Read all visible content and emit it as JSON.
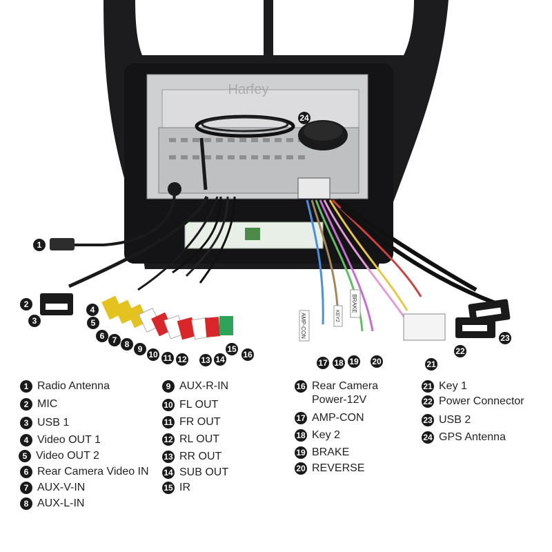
{
  "watermark": "Harfey",
  "photo_numbers": {
    "n1": "1",
    "n2": "2",
    "n3": "3",
    "n4": "4",
    "n5": "5",
    "n6": "6",
    "n7": "7",
    "n8": "8",
    "n9": "9",
    "n10": "10",
    "n11": "11",
    "n12": "12",
    "n13": "13",
    "n14": "14",
    "n15": "15",
    "n16": "16",
    "n17": "17",
    "n18": "18",
    "n19": "19",
    "n20": "20",
    "n21": "21",
    "n22": "22",
    "n23": "23",
    "n24": "24"
  },
  "wire_tags": {
    "amp_con": "AMP-CON",
    "brake": "BRAKE",
    "key2": "KEY2"
  },
  "legend": [
    {
      "num": "1",
      "label": "Radio Antenna"
    },
    {
      "num": "2",
      "label": "MIC"
    },
    {
      "num": "3",
      "label": "USB 1"
    },
    {
      "num": "4",
      "label": "Video OUT 1"
    },
    {
      "num": "5",
      "label": "Video OUT 2"
    },
    {
      "num": "6",
      "label": "Rear Camera Video IN"
    },
    {
      "num": "7",
      "label": "AUX-V-IN"
    },
    {
      "num": "8",
      "label": "AUX-L-IN"
    },
    {
      "num": "9",
      "label": "AUX-R-IN"
    },
    {
      "num": "10",
      "label": "FL OUT"
    },
    {
      "num": "11",
      "label": "FR OUT"
    },
    {
      "num": "12",
      "label": "RL OUT"
    },
    {
      "num": "13",
      "label": "RR OUT"
    },
    {
      "num": "14",
      "label": "SUB OUT"
    },
    {
      "num": "15",
      "label": "IR"
    },
    {
      "num": "16",
      "label": "Rear Camera",
      "label2": "Power-12V"
    },
    {
      "num": "17",
      "label": "AMP-CON"
    },
    {
      "num": "18",
      "label": "Key 2"
    },
    {
      "num": "19",
      "label": "BRAKE"
    },
    {
      "num": "20",
      "label": "REVERSE"
    },
    {
      "num": "21",
      "label": "Key 1"
    },
    {
      "num": "22",
      "label": "Power Connector"
    },
    {
      "num": "23",
      "label": "USB 2"
    },
    {
      "num": "24",
      "label": "GPS Antenna"
    }
  ]
}
